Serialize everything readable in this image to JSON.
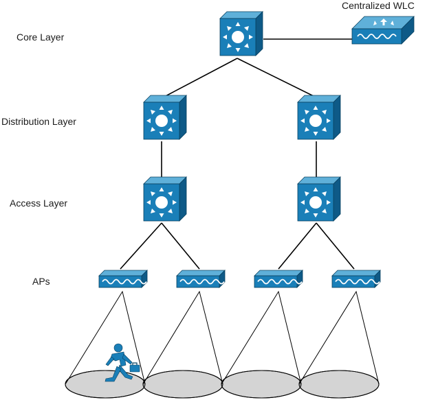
{
  "labels": {
    "core": "Core Layer",
    "distribution": "Distribution Layer",
    "access": "Access Layer",
    "aps": "APs",
    "wlc": "Centralized WLC"
  },
  "nodes": {
    "core_switch": "layer3-switch-icon",
    "distribution_switches": [
      "layer3-switch-icon",
      "layer3-switch-icon"
    ],
    "access_switches": [
      "layer3-switch-icon",
      "layer3-switch-icon"
    ],
    "access_points": [
      "access-point-icon",
      "access-point-icon",
      "access-point-icon",
      "access-point-icon"
    ],
    "wlc": "wireless-lan-controller-icon",
    "client": "mobile-user-icon"
  },
  "colors": {
    "device_front": "#1a7fb8",
    "device_top": "#5fb0d9",
    "device_side": "#0e5a87",
    "coverage_fill": "#d4d4d4",
    "coverage_overlap": "#a6a6a6",
    "link": "#000000"
  }
}
